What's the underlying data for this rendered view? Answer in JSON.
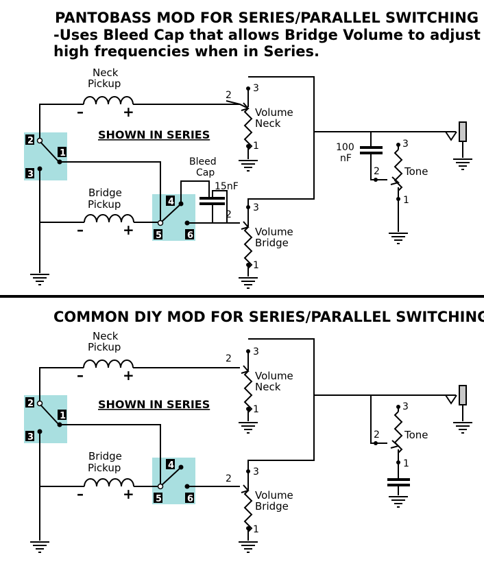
{
  "top": {
    "title": "PANTOBASS MOD FOR SERIES/PARALLEL SWITCHING",
    "subtitle_line1": "-Uses Bleed Cap that allows Bridge Volume to adjust",
    "subtitle_line2": "high frequencies when in Series.",
    "shown_in": "SHOWN IN SERIES",
    "neck_pickup": [
      "Neck",
      "Pickup"
    ],
    "bridge_pickup": [
      "Bridge",
      "Pickup"
    ],
    "volume_neck": [
      "Volume",
      "Neck"
    ],
    "volume_bridge": [
      "Volume",
      "Bridge"
    ],
    "bleed_cap": [
      "Bleed",
      "Cap"
    ],
    "bleed_value": "15nF",
    "tone_cap": [
      "100",
      "nF"
    ],
    "tone": "Tone"
  },
  "bottom": {
    "title": "COMMON DIY MOD FOR SERIES/PARALLEL SWITCHING",
    "shown_in": "SHOWN IN SERIES",
    "neck_pickup": [
      "Neck",
      "Pickup"
    ],
    "bridge_pickup": [
      "Bridge",
      "Pickup"
    ],
    "volume_neck": [
      "Volume",
      "Neck"
    ],
    "volume_bridge": [
      "Volume",
      "Bridge"
    ],
    "tone": "Tone"
  },
  "pins": {
    "p1": "1",
    "p2": "2",
    "p3": "3",
    "p4": "4",
    "p5": "5",
    "p6": "6"
  },
  "polarity": {
    "minus": "–",
    "plus": "+"
  },
  "colors": {
    "switch_box": "#a9dfe0",
    "line": "#000000"
  }
}
